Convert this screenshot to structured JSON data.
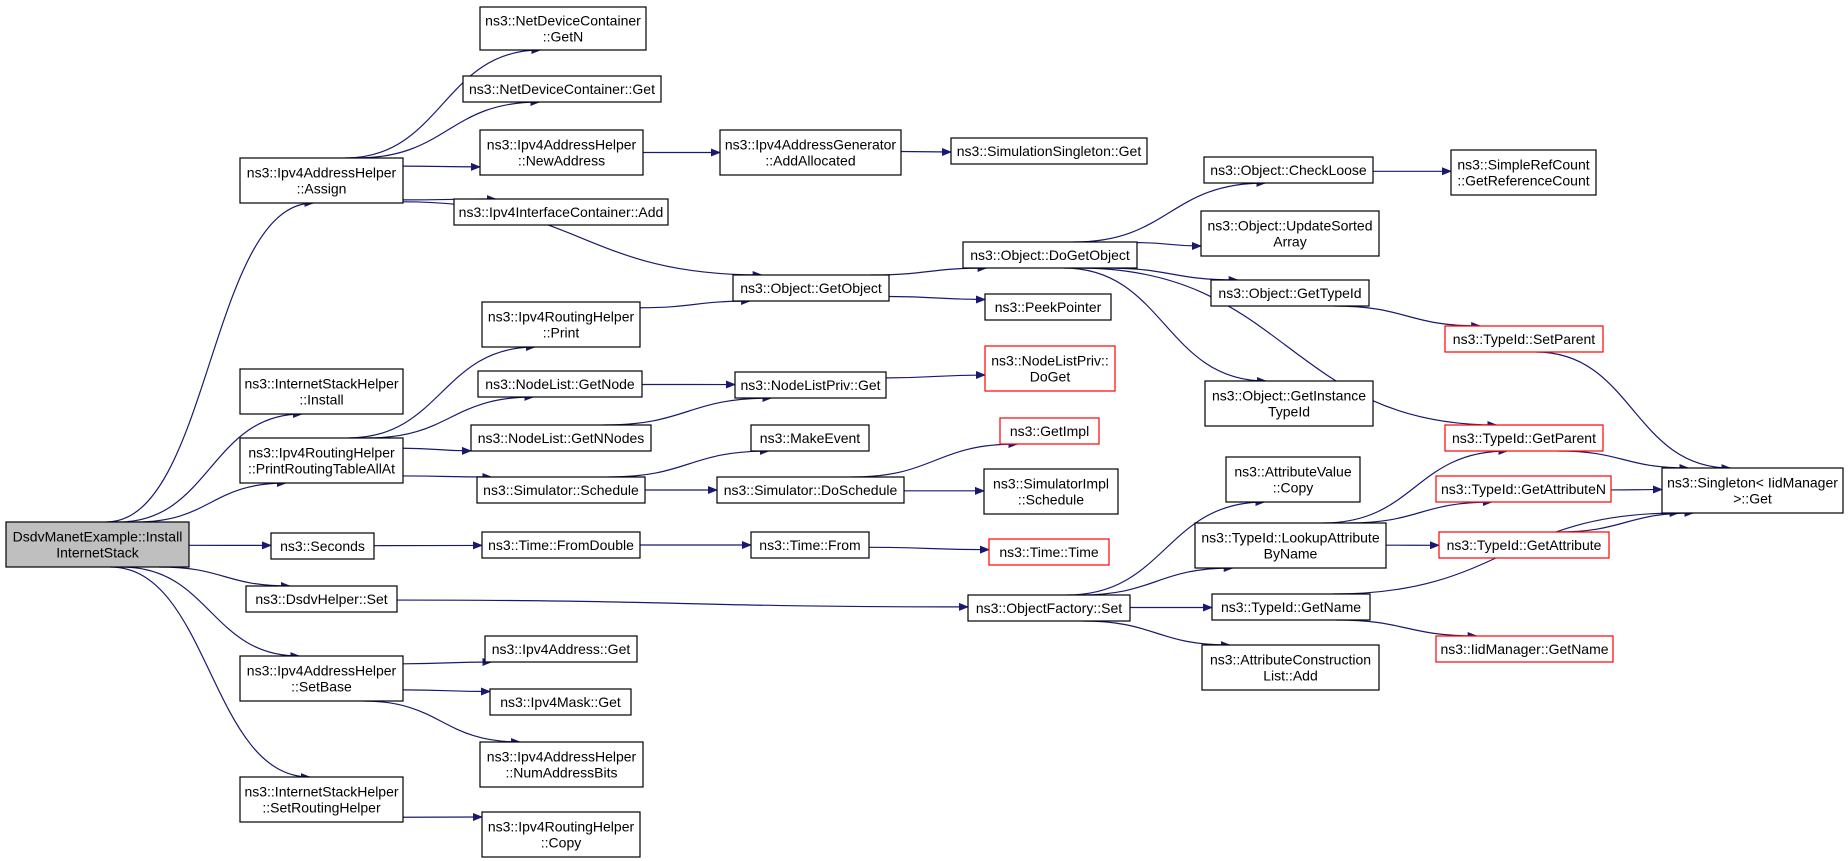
{
  "nodes": [
    {
      "id": "root",
      "lines": [
        "DsdvManetExample::Install",
        "InternetStack"
      ],
      "style": "root"
    },
    {
      "id": "ipv4Assign",
      "lines": [
        "ns3::Ipv4AddressHelper",
        "::Assign"
      ]
    },
    {
      "id": "ishInstall",
      "lines": [
        "ns3::InternetStackHelper",
        "::Install"
      ]
    },
    {
      "id": "printRT",
      "lines": [
        "ns3::Ipv4RoutingHelper",
        "::PrintRoutingTableAllAt"
      ]
    },
    {
      "id": "seconds",
      "lines": [
        "ns3::Seconds"
      ]
    },
    {
      "id": "dsdvSet",
      "lines": [
        "ns3::DsdvHelper::Set"
      ]
    },
    {
      "id": "setBase",
      "lines": [
        "ns3::Ipv4AddressHelper",
        "::SetBase"
      ]
    },
    {
      "id": "setRH",
      "lines": [
        "ns3::InternetStackHelper",
        "::SetRoutingHelper"
      ]
    },
    {
      "id": "ndcGetN",
      "lines": [
        "ns3::NetDeviceContainer",
        "::GetN"
      ]
    },
    {
      "id": "ndcGet",
      "lines": [
        "ns3::NetDeviceContainer::Get"
      ]
    },
    {
      "id": "newAddr",
      "lines": [
        "ns3::Ipv4AddressHelper",
        "::NewAddress"
      ]
    },
    {
      "id": "iicAdd",
      "lines": [
        "ns3::Ipv4InterfaceContainer::Add"
      ]
    },
    {
      "id": "rhPrint",
      "lines": [
        "ns3::Ipv4RoutingHelper",
        "::Print"
      ]
    },
    {
      "id": "nlGetNode",
      "lines": [
        "ns3::NodeList::GetNode"
      ]
    },
    {
      "id": "nlGetNNodes",
      "lines": [
        "ns3::NodeList::GetNNodes"
      ]
    },
    {
      "id": "simSchedule",
      "lines": [
        "ns3::Simulator::Schedule"
      ]
    },
    {
      "id": "fromDouble",
      "lines": [
        "ns3::Time::FromDouble"
      ]
    },
    {
      "id": "ipv4AddrGet",
      "lines": [
        "ns3::Ipv4Address::Get"
      ]
    },
    {
      "id": "maskGet",
      "lines": [
        "ns3::Ipv4Mask::Get"
      ]
    },
    {
      "id": "numAddrBits",
      "lines": [
        "ns3::Ipv4AddressHelper",
        "::NumAddressBits"
      ]
    },
    {
      "id": "rhCopy",
      "lines": [
        "ns3::Ipv4RoutingHelper",
        "::Copy"
      ]
    },
    {
      "id": "addAlloc",
      "lines": [
        "ns3::Ipv4AddressGenerator",
        "::AddAllocated"
      ]
    },
    {
      "id": "getObject",
      "lines": [
        "ns3::Object::GetObject"
      ]
    },
    {
      "id": "nlpGet",
      "lines": [
        "ns3::NodeListPriv::Get"
      ]
    },
    {
      "id": "makeEvent",
      "lines": [
        "ns3::MakeEvent"
      ]
    },
    {
      "id": "doSchedule",
      "lines": [
        "ns3::Simulator::DoSchedule"
      ]
    },
    {
      "id": "timeFrom",
      "lines": [
        "ns3::Time::From"
      ]
    },
    {
      "id": "ssGet",
      "lines": [
        "ns3::SimulationSingleton::Get"
      ]
    },
    {
      "id": "doGetObject",
      "lines": [
        "ns3::Object::DoGetObject"
      ]
    },
    {
      "id": "peekPointer",
      "lines": [
        "ns3::PeekPointer"
      ]
    },
    {
      "id": "nlpDoGet",
      "lines": [
        "ns3::NodeListPriv::",
        "DoGet"
      ],
      "style": "red"
    },
    {
      "id": "getImpl",
      "lines": [
        "ns3::GetImpl"
      ],
      "style": "red"
    },
    {
      "id": "siSchedule",
      "lines": [
        "ns3::SimulatorImpl",
        "::Schedule"
      ]
    },
    {
      "id": "timeTime",
      "lines": [
        "ns3::Time::Time"
      ],
      "style": "red"
    },
    {
      "id": "ofSet",
      "lines": [
        "ns3::ObjectFactory::Set"
      ]
    },
    {
      "id": "checkLoose",
      "lines": [
        "ns3::Object::CheckLoose"
      ]
    },
    {
      "id": "updSorted",
      "lines": [
        "ns3::Object::UpdateSorted",
        "Array"
      ]
    },
    {
      "id": "objGetTypeId",
      "lines": [
        "ns3::Object::GetTypeId"
      ]
    },
    {
      "id": "getInstTypeId",
      "lines": [
        "ns3::Object::GetInstance",
        "TypeId"
      ]
    },
    {
      "id": "avCopy",
      "lines": [
        "ns3::AttributeValue",
        "::Copy"
      ]
    },
    {
      "id": "lookupAttr",
      "lines": [
        "ns3::TypeId::LookupAttribute",
        "ByName"
      ]
    },
    {
      "id": "tidGetName",
      "lines": [
        "ns3::TypeId::GetName"
      ]
    },
    {
      "id": "aclAdd",
      "lines": [
        "ns3::AttributeConstruction",
        "List::Add"
      ]
    },
    {
      "id": "srcGetRef",
      "lines": [
        "ns3::SimpleRefCount",
        "::GetReferenceCount"
      ]
    },
    {
      "id": "setParent",
      "lines": [
        "ns3::TypeId::SetParent"
      ],
      "style": "red"
    },
    {
      "id": "getParent",
      "lines": [
        "ns3::TypeId::GetParent"
      ],
      "style": "red"
    },
    {
      "id": "getAttrN",
      "lines": [
        "ns3::TypeId::GetAttributeN"
      ],
      "style": "red"
    },
    {
      "id": "getAttr",
      "lines": [
        "ns3::TypeId::GetAttribute"
      ],
      "style": "red"
    },
    {
      "id": "iidGetName",
      "lines": [
        "ns3::IidManager::GetName"
      ],
      "style": "red"
    },
    {
      "id": "singletonGet",
      "lines": [
        "ns3::Singleton< IidManager",
        " >::Get"
      ]
    }
  ],
  "edges": [
    [
      "root",
      "ipv4Assign"
    ],
    [
      "root",
      "ishInstall"
    ],
    [
      "root",
      "printRT"
    ],
    [
      "root",
      "seconds"
    ],
    [
      "root",
      "dsdvSet"
    ],
    [
      "root",
      "setBase"
    ],
    [
      "root",
      "setRH"
    ],
    [
      "ipv4Assign",
      "ndcGetN"
    ],
    [
      "ipv4Assign",
      "ndcGet"
    ],
    [
      "ipv4Assign",
      "newAddr"
    ],
    [
      "ipv4Assign",
      "iicAdd"
    ],
    [
      "ipv4Assign",
      "getObject"
    ],
    [
      "newAddr",
      "addAlloc"
    ],
    [
      "addAlloc",
      "ssGet"
    ],
    [
      "printRT",
      "rhPrint"
    ],
    [
      "printRT",
      "nlGetNode"
    ],
    [
      "printRT",
      "nlGetNNodes"
    ],
    [
      "printRT",
      "simSchedule"
    ],
    [
      "rhPrint",
      "getObject"
    ],
    [
      "nlGetNode",
      "nlpGet"
    ],
    [
      "nlGetNNodes",
      "nlpGet"
    ],
    [
      "nlpGet",
      "nlpDoGet"
    ],
    [
      "simSchedule",
      "makeEvent"
    ],
    [
      "simSchedule",
      "doSchedule"
    ],
    [
      "doSchedule",
      "getImpl"
    ],
    [
      "doSchedule",
      "siSchedule"
    ],
    [
      "seconds",
      "fromDouble"
    ],
    [
      "fromDouble",
      "timeFrom"
    ],
    [
      "timeFrom",
      "timeTime"
    ],
    [
      "dsdvSet",
      "ofSet"
    ],
    [
      "setBase",
      "ipv4AddrGet"
    ],
    [
      "setBase",
      "maskGet"
    ],
    [
      "setBase",
      "numAddrBits"
    ],
    [
      "setRH",
      "rhCopy"
    ],
    [
      "getObject",
      "doGetObject"
    ],
    [
      "getObject",
      "peekPointer"
    ],
    [
      "doGetObject",
      "checkLoose"
    ],
    [
      "doGetObject",
      "updSorted"
    ],
    [
      "doGetObject",
      "objGetTypeId"
    ],
    [
      "doGetObject",
      "getInstTypeId"
    ],
    [
      "doGetObject",
      "getParent"
    ],
    [
      "checkLoose",
      "srcGetRef"
    ],
    [
      "objGetTypeId",
      "setParent"
    ],
    [
      "setParent",
      "singletonGet"
    ],
    [
      "ofSet",
      "avCopy"
    ],
    [
      "ofSet",
      "lookupAttr"
    ],
    [
      "ofSet",
      "tidGetName"
    ],
    [
      "ofSet",
      "aclAdd"
    ],
    [
      "lookupAttr",
      "getParent"
    ],
    [
      "lookupAttr",
      "getAttrN"
    ],
    [
      "lookupAttr",
      "getAttr"
    ],
    [
      "getParent",
      "singletonGet"
    ],
    [
      "getAttrN",
      "singletonGet"
    ],
    [
      "getAttr",
      "singletonGet"
    ],
    [
      "tidGetName",
      "singletonGet"
    ],
    [
      "tidGetName",
      "iidGetName"
    ]
  ],
  "colors": {
    "edge": "#191970",
    "border": "#000000",
    "red_border": "#ff0000",
    "root_fill": "#bfbfbf"
  }
}
